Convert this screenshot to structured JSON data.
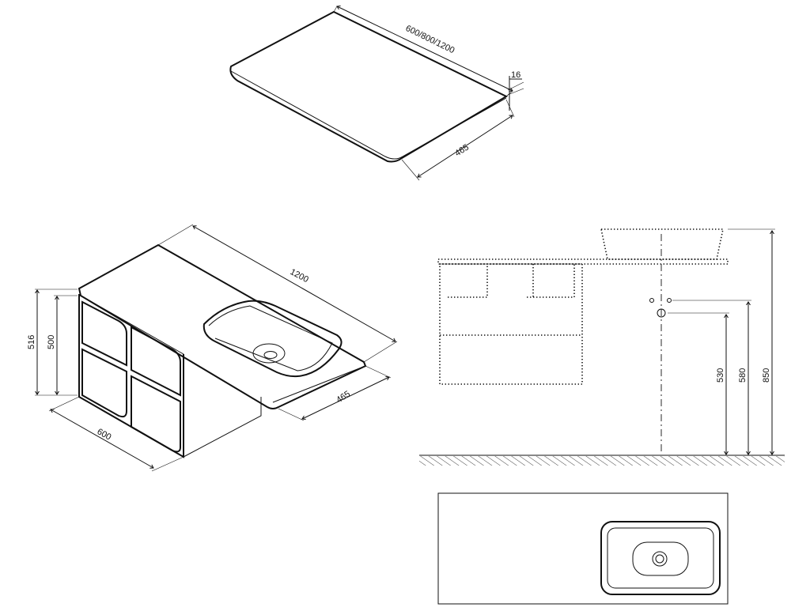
{
  "countertop": {
    "length_label": "600/800/1200",
    "thickness_label": "16",
    "depth_label": "465"
  },
  "cabinet": {
    "width_label": "1200",
    "height_outer_label": "516",
    "height_inner_label": "500",
    "depth_label": "465",
    "front_width_label": "600"
  },
  "elevation": {
    "h530_label": "530",
    "h580_label": "580",
    "h850_label": "850"
  }
}
